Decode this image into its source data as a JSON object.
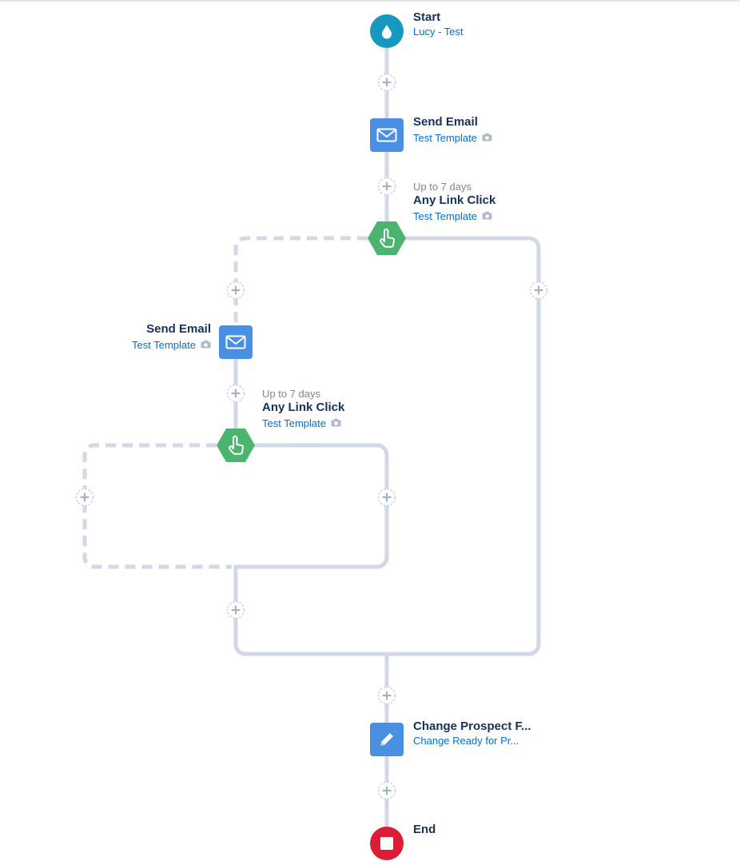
{
  "colors": {
    "connector": "#d1d9e6",
    "start": "#1798c1",
    "action": "#4a90e2",
    "trigger": "#4bb46f",
    "end": "#dc1e35",
    "title": "#16325c",
    "link": "#0070d2",
    "muted": "#80868f"
  },
  "nodes": {
    "start": {
      "title": "Start",
      "subtitle": "Lucy - Test",
      "icon": "droplet-icon"
    },
    "send_email_1": {
      "title": "Send Email",
      "subtitle": "Test Template",
      "icon": "envelope-icon"
    },
    "link_click_1": {
      "wait": "Up to 7 days",
      "title": "Any Link Click",
      "subtitle": "Test Template",
      "icon": "pointer-hand-icon"
    },
    "send_email_2": {
      "title": "Send Email",
      "subtitle": "Test Template",
      "icon": "envelope-icon"
    },
    "link_click_2": {
      "wait": "Up to 7 days",
      "title": "Any Link Click",
      "subtitle": "Test Template",
      "icon": "pointer-hand-icon"
    },
    "change_field": {
      "title": "Change Prospect F...",
      "subtitle": "Change Ready for Pr...",
      "icon": "pencil-icon"
    },
    "end": {
      "title": "End",
      "icon": "stop-icon"
    }
  }
}
